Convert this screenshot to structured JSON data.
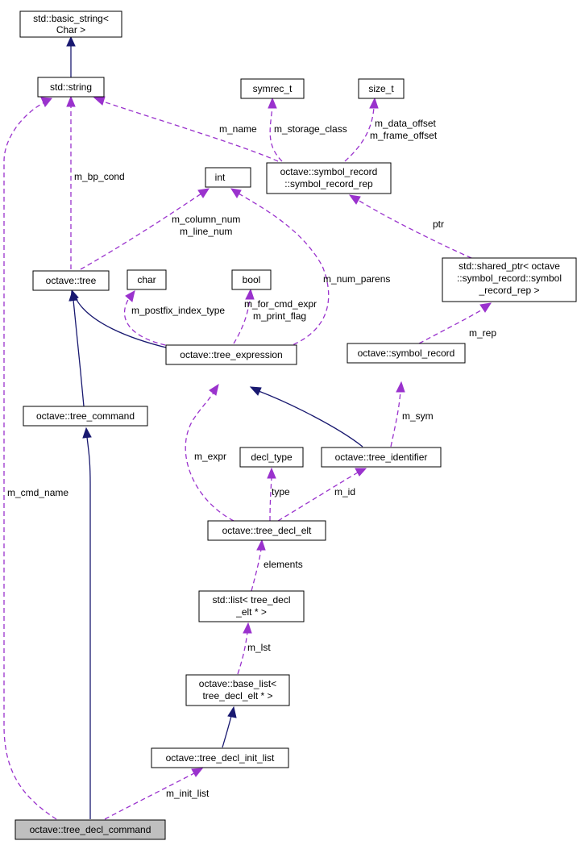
{
  "colors": {
    "inheritance": "#191970",
    "member": "#9a32cd",
    "root_fill": "#bfbfbf",
    "node_fill": "#ffffff"
  },
  "nodes": {
    "basic_string": [
      "std::basic_string<",
      "Char >"
    ],
    "std_string": [
      "std::string"
    ],
    "symrec_t": [
      "symrec_t"
    ],
    "size_t": [
      "size_t"
    ],
    "symbol_record_rep": [
      "octave::symbol_record",
      "::symbol_record_rep"
    ],
    "int": [
      "int"
    ],
    "tree": [
      "octave::tree"
    ],
    "char": [
      "char"
    ],
    "bool": [
      "bool"
    ],
    "shared_ptr": [
      "std::shared_ptr< octave",
      "::symbol_record::symbol",
      "_record_rep >"
    ],
    "tree_expression": [
      "octave::tree_expression"
    ],
    "symbol_record": [
      "octave::symbol_record"
    ],
    "tree_command": [
      "octave::tree_command"
    ],
    "decl_type": [
      "decl_type"
    ],
    "tree_identifier": [
      "octave::tree_identifier"
    ],
    "tree_decl_elt": [
      "octave::tree_decl_elt"
    ],
    "std_list": [
      "std::list< tree_decl",
      "_elt * >"
    ],
    "base_list": [
      "octave::base_list<",
      "tree_decl_elt * >"
    ],
    "tree_decl_init_list": [
      "octave::tree_decl_init_list"
    ],
    "tree_decl_command": [
      "octave::tree_decl_command"
    ]
  },
  "edge_labels": {
    "m_name": "m_name",
    "m_storage_class": "m_storage_class",
    "m_data_offset": "m_data_offset",
    "m_frame_offset": "m_frame_offset",
    "m_bp_cond": "m_bp_cond",
    "m_column_num": "m_column_num",
    "m_line_num": "m_line_num",
    "ptr": "ptr",
    "m_num_parens": "m_num_parens",
    "m_postfix_index_type": "m_postfix_index_type",
    "m_for_cmd_expr": "m_for_cmd_expr",
    "m_print_flag": "m_print_flag",
    "m_rep": "m_rep",
    "m_sym": "m_sym",
    "m_expr": "m_expr",
    "type": "type",
    "m_id": "m_id",
    "m_cmd_name": "m_cmd_name",
    "elements": "elements",
    "m_lst": "m_lst",
    "m_init_list": "m_init_list"
  }
}
